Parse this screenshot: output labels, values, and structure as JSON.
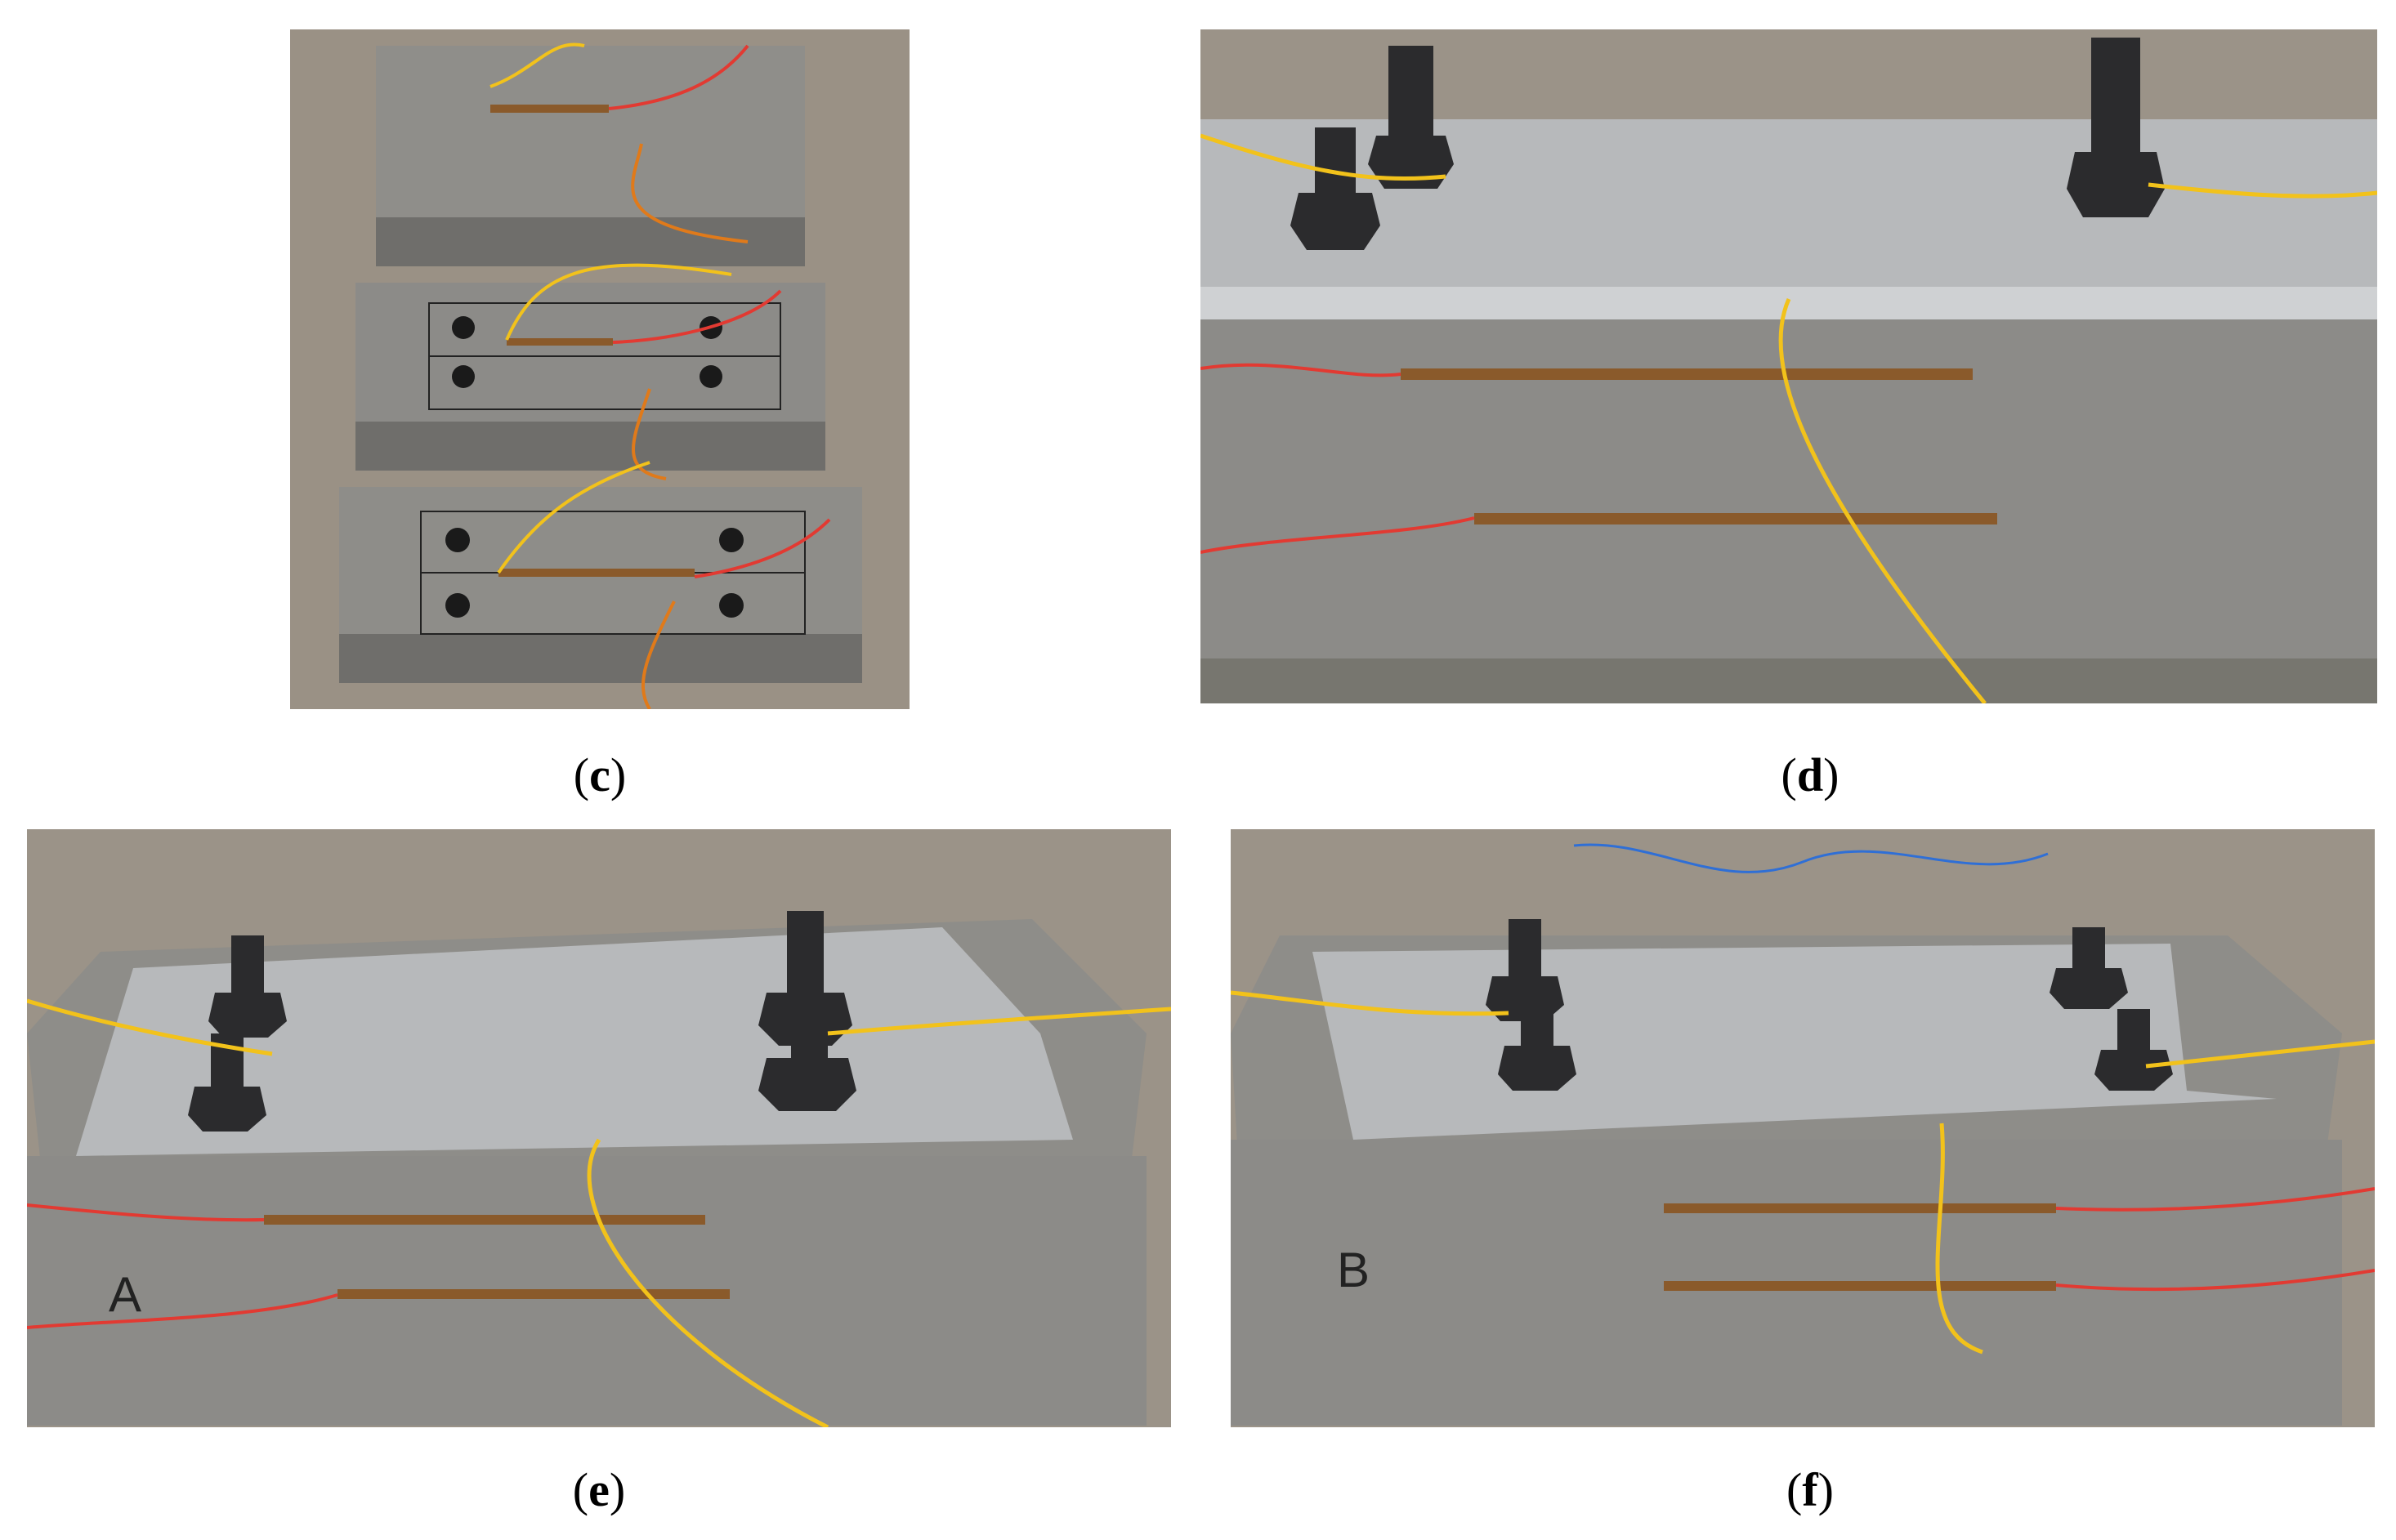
{
  "figure": {
    "panels": [
      {
        "id": "c",
        "caption_letter": "c",
        "marking": ""
      },
      {
        "id": "d",
        "caption_letter": "d",
        "marking": ""
      },
      {
        "id": "e",
        "caption_letter": "e",
        "marking": "A"
      },
      {
        "id": "f",
        "caption_letter": "f",
        "marking": "B"
      }
    ],
    "colors": {
      "concrete": "#8c8b88",
      "concrete_dark": "#6f6e6b",
      "steel_plate": "#b7b9bb",
      "floor": "#9b9388",
      "bolt": "#2b2b2d",
      "wire_yellow": "#f2c21b",
      "wire_red": "#e23a32",
      "wire_blue": "#2f6fd6",
      "gauge": "#8a5a2b"
    }
  }
}
